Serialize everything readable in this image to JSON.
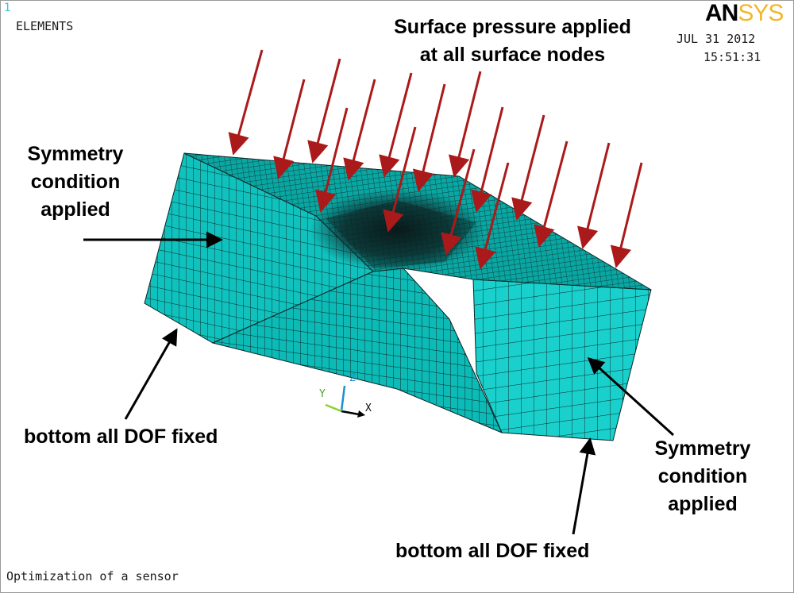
{
  "window_number": "1",
  "plot_type": "ELEMENTS",
  "logo": {
    "part1": "AN",
    "part2": "SYS"
  },
  "date": "JUL 31 2012",
  "time": "15:51:31",
  "footer_title": "Optimization of a sensor",
  "annotations": {
    "pressure_line1": "Surface pressure applied",
    "pressure_line2": "at all surface nodes",
    "symmetry_left": [
      "Symmetry",
      "condition",
      "applied"
    ],
    "symmetry_right": [
      "Symmetry",
      "condition",
      "applied"
    ],
    "bottom_left": "bottom all DOF fixed",
    "bottom_right": "bottom all DOF fixed"
  },
  "triad": {
    "x": "X",
    "y": "Y",
    "z": "Z"
  },
  "colors": {
    "mesh_fill": "#00a9a6",
    "mesh_line": "#0d2424",
    "pressure_arrow": "#aa1a1a",
    "annotation_arrow": "#000000"
  }
}
